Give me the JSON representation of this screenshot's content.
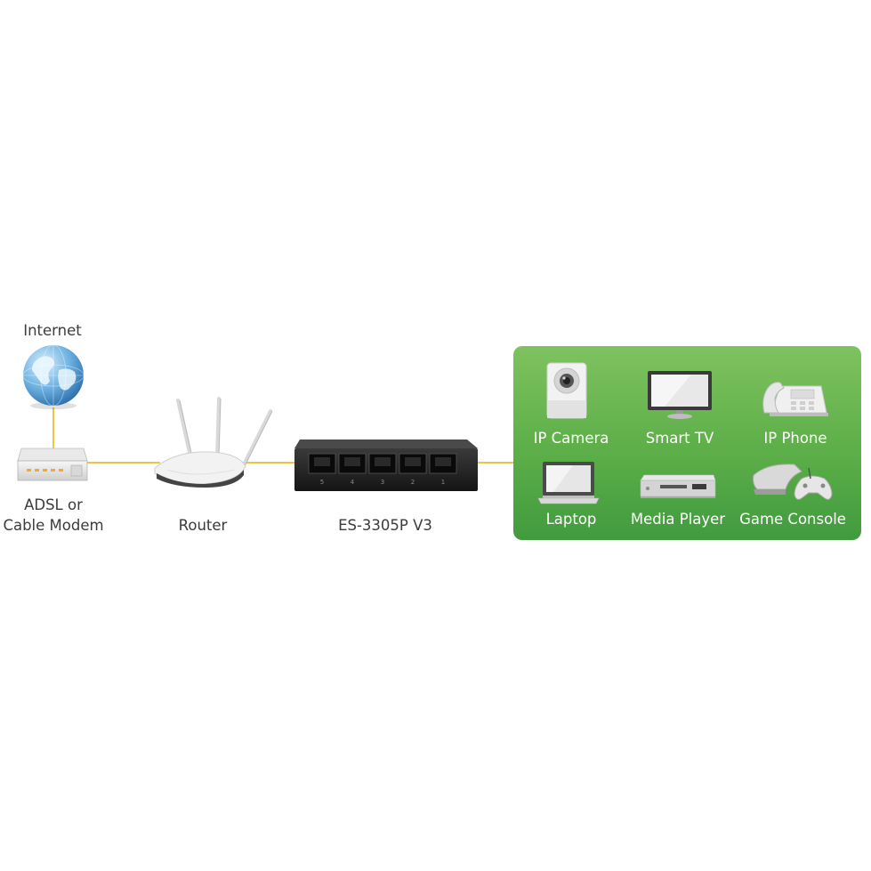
{
  "diagram": {
    "nodes": {
      "internet": "Internet",
      "modem_line1": "ADSL or",
      "modem_line2": "Cable Modem",
      "router": "Router",
      "switch": "ES-3305P V3"
    },
    "switch_ports": [
      "5",
      "4",
      "3",
      "2",
      "1"
    ],
    "devices": [
      {
        "label": "IP Camera",
        "icon": "ip-camera-icon"
      },
      {
        "label": "Smart TV",
        "icon": "smart-tv-icon"
      },
      {
        "label": "IP Phone",
        "icon": "ip-phone-icon"
      },
      {
        "label": "Laptop",
        "icon": "laptop-icon"
      },
      {
        "label": "Media Player",
        "icon": "media-player-icon"
      },
      {
        "label": "Game Console",
        "icon": "game-console-icon"
      }
    ],
    "colors": {
      "link": "#f2c443",
      "panel_green": "#5cae48",
      "switch_body": "#1e1e1e"
    }
  }
}
